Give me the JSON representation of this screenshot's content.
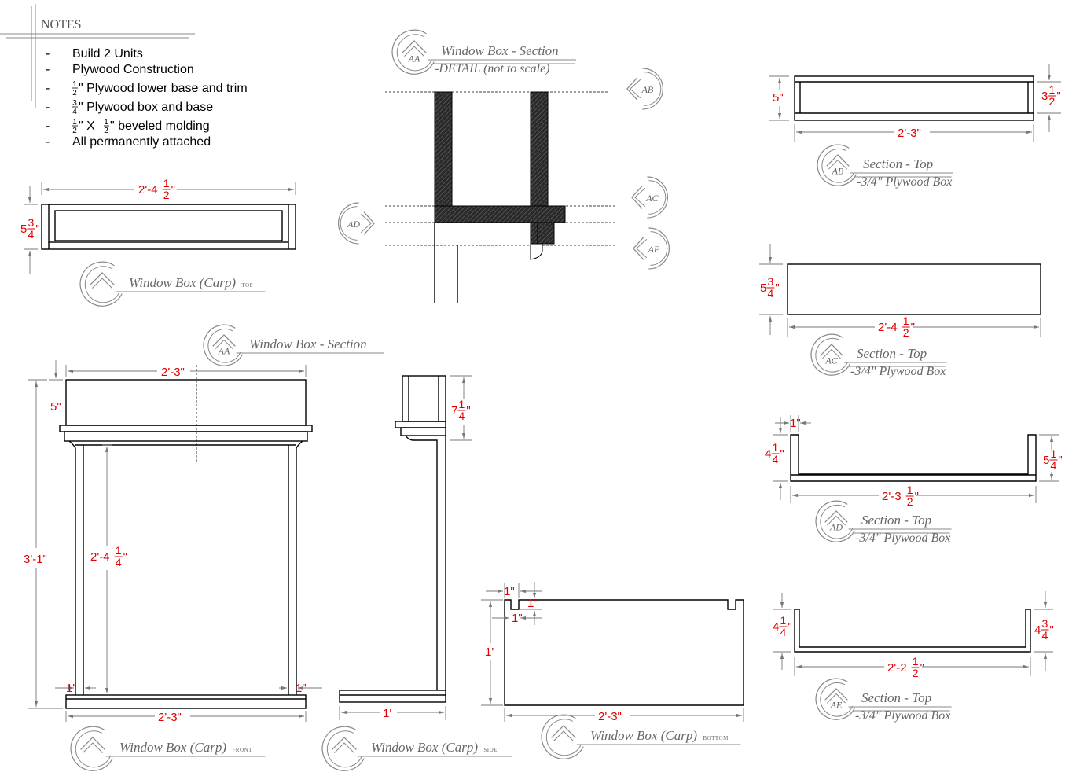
{
  "colors": {
    "dimension": "#e00000",
    "label": "#666666",
    "hatch": "#222222"
  },
  "notes": {
    "heading": "NOTES",
    "items": [
      {
        "bullet": "-",
        "text": "Build 2 Units"
      },
      {
        "bullet": "-",
        "text": "Plywood Construction"
      },
      {
        "bullet": "-",
        "pre": "",
        "frac": [
          "1",
          "2"
        ],
        "text": "\" Plywood lower base and trim"
      },
      {
        "bullet": "-",
        "pre": "",
        "frac": [
          "3",
          "4"
        ],
        "text": "\" Plywood box and base"
      },
      {
        "bullet": "-",
        "pre": "",
        "frac": [
          "1",
          "2"
        ],
        "mid": "\" X ",
        "frac2": [
          "1",
          "2"
        ],
        "text": "\" beveled molding"
      },
      {
        "bullet": "-",
        "text": "All permanently attached"
      }
    ]
  },
  "titles": {
    "detail_tag": "AA",
    "detail_title": "Window Box - Section",
    "detail_sub": "-DETAIL (not to scale)",
    "top_view": "Window Box (Carp)",
    "top_view_small": "TOP",
    "section_tag": "AA",
    "section_title": "Window Box - Section",
    "front_view": "Window Box (Carp)",
    "front_small": "FRONT",
    "side_view": "Window Box (Carp)",
    "side_small": "SIDE",
    "bottom_view": "Window Box (Carp)",
    "bottom_small": "BOTTOM",
    "ab_tag": "AB",
    "ab_title": "Section - Top",
    "ab_sub": "-3/4\" Plywood Box",
    "ac_tag": "AC",
    "ac_title": "Section - Top",
    "ac_sub": "-3/4\" Plywood Box",
    "ad_tag": "AD",
    "ad_title": "Section - Top",
    "ad_sub": "-3/4\" Plywood Box",
    "ae_tag": "AE",
    "ae_title": "Section - Top",
    "ae_sub": "-3/4\" Plywood Box"
  },
  "markers": {
    "ab": "AB",
    "ac": "AC",
    "ad": "AD",
    "ae": "AE"
  },
  "dims": {
    "top_width": "2'-4",
    "top_width_frac": [
      "1",
      "2"
    ],
    "top_height": "5",
    "top_height_frac": [
      "3",
      "4"
    ],
    "front_top_width": "2'-3\"",
    "front_box_h": "5\"",
    "front_total_h": "3'-1\"",
    "front_leg_h": "2'-4",
    "front_leg_h_frac": [
      "1",
      "4"
    ],
    "front_leg_l": "1\"",
    "front_leg_r": "1\"",
    "front_bottom_w": "2'-3\"",
    "side_box_h": "7",
    "side_box_h_frac": [
      "1",
      "4"
    ],
    "side_depth": "1'",
    "bot_notch_w": "1\"",
    "bot_notch_d": "1\"",
    "bot_notch_w2": "1\"",
    "bot_h": "1'",
    "bot_w": "2'-3\"",
    "ab_h": "5\"",
    "ab_h2": "3",
    "ab_h2_frac": [
      "1",
      "2"
    ],
    "ab_w": "2'-3\"",
    "ac_h": "5",
    "ac_h_frac": [
      "3",
      "4"
    ],
    "ac_w": "2'-4",
    "ac_w_frac": [
      "1",
      "2"
    ],
    "ad_t": "1\"",
    "ad_hl": "4",
    "ad_hl_frac": [
      "1",
      "4"
    ],
    "ad_hr": "5",
    "ad_hr_frac": [
      "1",
      "4"
    ],
    "ad_w": "2'-3",
    "ad_w_frac": [
      "1",
      "2"
    ],
    "ae_hl": "4",
    "ae_hl_frac": [
      "1",
      "4"
    ],
    "ae_hr": "4",
    "ae_hr_frac": [
      "3",
      "4"
    ],
    "ae_w": "2'-2",
    "ae_w_frac": [
      "1",
      "2"
    ]
  }
}
